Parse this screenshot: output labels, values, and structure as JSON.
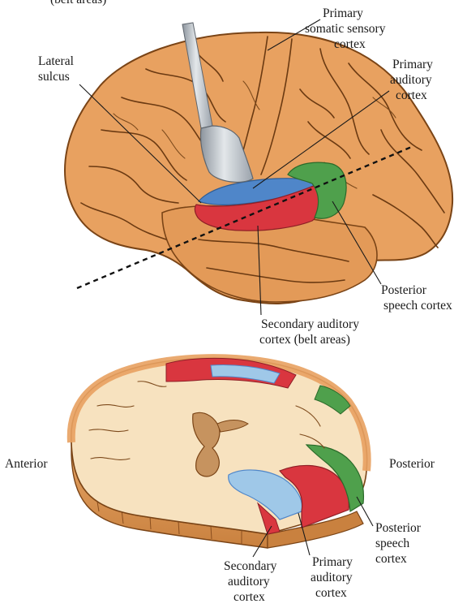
{
  "top_view": {
    "partial_caption": "(belt areas)",
    "labels": {
      "primary_somatic_sensory_cortex": [
        "Primary",
        "somatic sensory",
        "cortex"
      ],
      "lateral_sulcus": [
        "Lateral",
        "sulcus"
      ],
      "primary_auditory_cortex": [
        "Primary",
        "auditory",
        "cortex"
      ],
      "posterior_speech_cortex": [
        "Posterior",
        "speech cortex"
      ],
      "secondary_auditory_cortex": [
        "Secondary auditory",
        "cortex (belt areas)"
      ]
    }
  },
  "section_view": {
    "labels": {
      "anterior": "Anterior",
      "posterior": "Posterior",
      "posterior_speech_cortex": [
        "Posterior",
        "speech",
        "cortex"
      ],
      "secondary_auditory_cortex": [
        "Secondary",
        "auditory",
        "cortex"
      ],
      "primary_auditory_cortex": [
        "Primary",
        "auditory",
        "cortex"
      ]
    }
  },
  "colors": {
    "brain_fill": "#e8a160",
    "brain_outline": "#7a4416",
    "white_matter": "#f7e2bf",
    "primary_auditory_blue": "#4f86c9",
    "primary_auditory_light_blue": "#9fc8e8",
    "secondary_auditory_red": "#d9363f",
    "posterior_speech_green": "#4fa04c",
    "instrument_steel": "#b9c0c8"
  }
}
